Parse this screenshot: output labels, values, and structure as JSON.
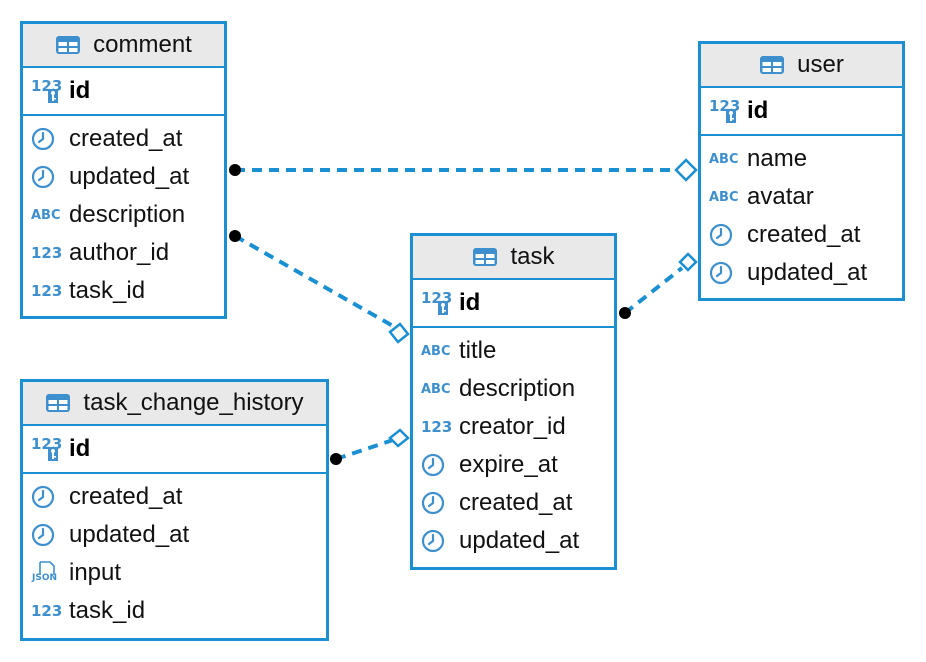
{
  "colors": {
    "accent": "#1a8fd1",
    "icon": "#3d8fce",
    "header_bg": "#e9e9e9"
  },
  "entities": {
    "comment": {
      "name": "comment",
      "pk": {
        "name": "id",
        "icon": "123-key-icon",
        "icon_text": "123"
      },
      "columns": [
        {
          "name": "created_at",
          "icon": "clock-icon"
        },
        {
          "name": "updated_at",
          "icon": "clock-icon"
        },
        {
          "name": "description",
          "icon": "abc-icon",
          "icon_text": "ABC"
        },
        {
          "name": "author_id",
          "icon": "123-icon",
          "icon_text": "123"
        },
        {
          "name": "task_id",
          "icon": "123-icon",
          "icon_text": "123"
        }
      ]
    },
    "user": {
      "name": "user",
      "pk": {
        "name": "id",
        "icon": "123-key-icon",
        "icon_text": "123"
      },
      "columns": [
        {
          "name": "name",
          "icon": "abc-icon",
          "icon_text": "ABC"
        },
        {
          "name": "avatar",
          "icon": "abc-icon",
          "icon_text": "ABC"
        },
        {
          "name": "created_at",
          "icon": "clock-icon"
        },
        {
          "name": "updated_at",
          "icon": "clock-icon"
        }
      ]
    },
    "task": {
      "name": "task",
      "pk": {
        "name": "id",
        "icon": "123-key-icon",
        "icon_text": "123"
      },
      "columns": [
        {
          "name": "title",
          "icon": "abc-icon",
          "icon_text": "ABC"
        },
        {
          "name": "description",
          "icon": "abc-icon",
          "icon_text": "ABC"
        },
        {
          "name": "creator_id",
          "icon": "123-icon",
          "icon_text": "123"
        },
        {
          "name": "expire_at",
          "icon": "clock-icon"
        },
        {
          "name": "created_at",
          "icon": "clock-icon"
        },
        {
          "name": "updated_at",
          "icon": "clock-icon"
        }
      ]
    },
    "task_change_history": {
      "name": "task_change_history",
      "pk": {
        "name": "id",
        "icon": "123-key-icon",
        "icon_text": "123"
      },
      "columns": [
        {
          "name": "created_at",
          "icon": "clock-icon"
        },
        {
          "name": "updated_at",
          "icon": "clock-icon"
        },
        {
          "name": "input",
          "icon": "json-file-icon",
          "icon_text": "JSON"
        },
        {
          "name": "task_id",
          "icon": "123-icon",
          "icon_text": "123"
        }
      ]
    }
  },
  "relationships": [
    {
      "from": "comment.author_id",
      "to": "user.id"
    },
    {
      "from": "comment.task_id",
      "to": "task.id"
    },
    {
      "from": "task.creator_id",
      "to": "user.id"
    },
    {
      "from": "task_change_history.task_id",
      "to": "task.id"
    }
  ]
}
